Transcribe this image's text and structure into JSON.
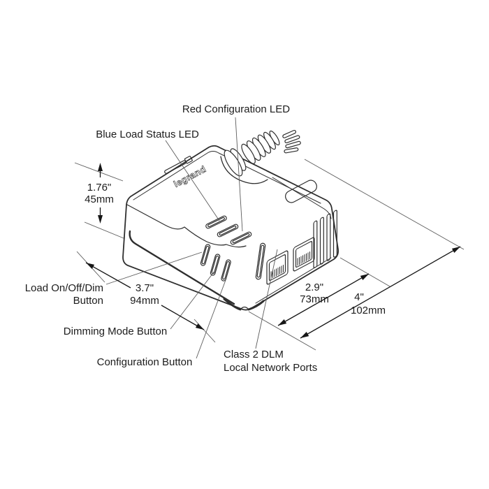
{
  "diagram": {
    "product": {
      "brand_logo": "legrand"
    },
    "callouts": {
      "red_led": "Red Configuration LED",
      "blue_led": "Blue Load Status LED",
      "load_button_line1": "Load On/Off/Dim",
      "load_button_line2": "Button",
      "dimming_button": "Dimming Mode Button",
      "config_button": "Configuration Button",
      "network_ports_line1": "Class 2 DLM",
      "network_ports_line2": "Local Network Ports"
    },
    "dimensions": {
      "height_in": "1.76\"",
      "height_mm": "45mm",
      "width_in": "3.7\"",
      "width_mm": "94mm",
      "depth_in": "2.9\"",
      "depth_mm": "73mm",
      "overall_in": "4\"",
      "overall_mm": "102mm"
    },
    "colors": {
      "line": "#2e2e2e",
      "dimension_line": "#161616",
      "background": "#ffffff"
    }
  }
}
